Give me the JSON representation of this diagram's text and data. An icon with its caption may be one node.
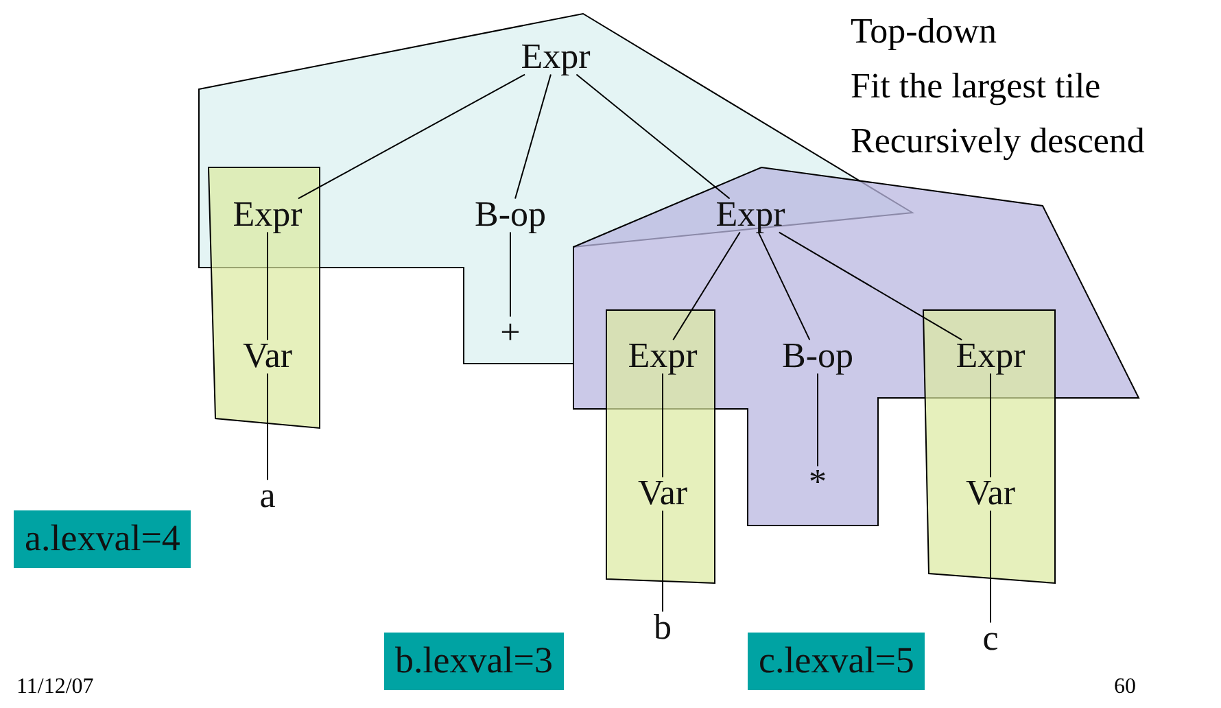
{
  "diagram": {
    "nodes": [
      {
        "text": [
          "Expr"
        ]
      },
      {
        "text": [
          "Expr"
        ]
      },
      {
        "text": [
          "B-op"
        ]
      },
      {
        "text": [
          "Expr"
        ]
      },
      {
        "text": [
          "Var"
        ]
      },
      {
        "text": [
          "+"
        ]
      },
      {
        "text": [
          "Expr"
        ]
      },
      {
        "text": [
          "B-op"
        ]
      },
      {
        "text": [
          "Expr"
        ]
      },
      {
        "text": [
          "a"
        ]
      },
      {
        "text": [
          "Var"
        ]
      },
      {
        "text": [
          "*"
        ]
      },
      {
        "text": [
          "Var"
        ]
      },
      {
        "text": [
          "b"
        ]
      },
      {
        "text": [
          "c"
        ]
      },
      {
        "text": [
          "a.lexval=4"
        ]
      },
      {
        "text": [
          "b.lexval=3"
        ]
      },
      {
        "text": [
          "c.lexval=5"
        ]
      }
    ],
    "edges": [
      {
        "from": 0,
        "to": 1,
        "arrow": "none"
      },
      {
        "from": 0,
        "to": 2,
        "arrow": "none"
      },
      {
        "from": 0,
        "to": 3,
        "arrow": "none"
      },
      {
        "from": 1,
        "to": 4,
        "arrow": "none"
      },
      {
        "from": 2,
        "to": 5,
        "arrow": "none"
      },
      {
        "from": 4,
        "to": 9,
        "arrow": "none"
      },
      {
        "from": 3,
        "to": 6,
        "arrow": "none"
      },
      {
        "from": 3,
        "to": 7,
        "arrow": "none"
      },
      {
        "from": 3,
        "to": 8,
        "arrow": "none"
      },
      {
        "from": 6,
        "to": 10,
        "arrow": "none"
      },
      {
        "from": 7,
        "to": 11,
        "arrow": "none"
      },
      {
        "from": 8,
        "to": 12,
        "arrow": "none"
      },
      {
        "from": 10,
        "to": 13,
        "arrow": "none"
      },
      {
        "from": 12,
        "to": 14,
        "arrow": "none"
      }
    ],
    "labels": [
      "Top-down",
      "Fit the largest tile",
      "Recursively descend",
      "11/12/07",
      "60"
    ]
  }
}
